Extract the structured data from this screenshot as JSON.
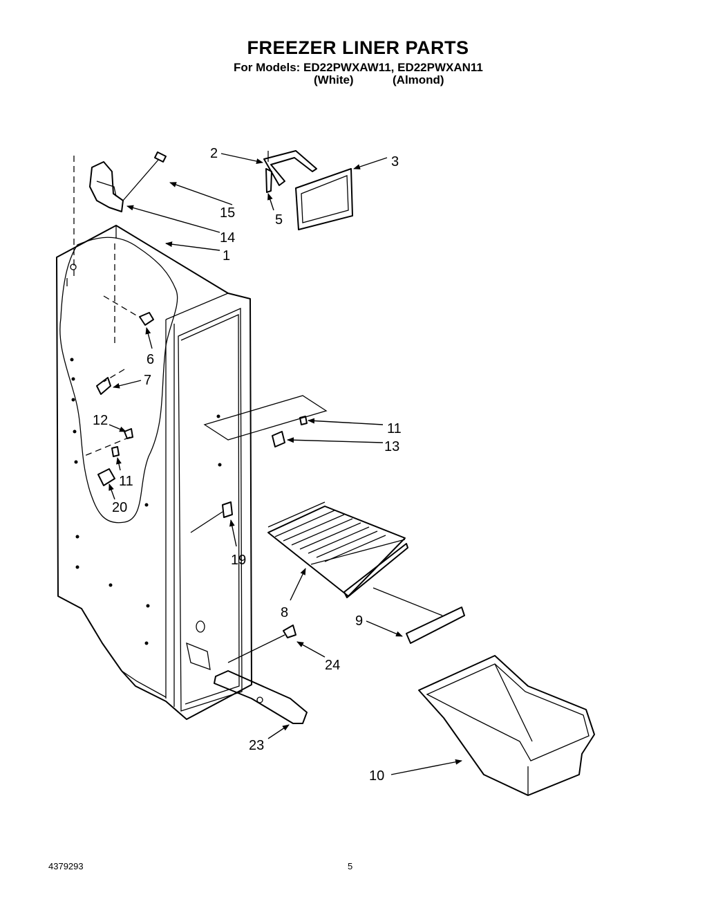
{
  "header": {
    "title": "FREEZER LINER PARTS",
    "models_line": "For Models: ED22PWXAW11, ED22PWXAN11",
    "finish_white": "(White)",
    "finish_almond": "(Almond)"
  },
  "callouts": {
    "c1": "1",
    "c2": "2",
    "c3": "3",
    "c5": "5",
    "c6": "6",
    "c7": "7",
    "c8": "8",
    "c9": "9",
    "c10": "10",
    "c11a": "11",
    "c11b": "11",
    "c12": "12",
    "c13": "13",
    "c14": "14",
    "c15": "15",
    "c19": "19",
    "c20": "20",
    "c23": "23",
    "c24": "24"
  },
  "footer": {
    "doc_number": "4379293",
    "page_number": "5"
  }
}
